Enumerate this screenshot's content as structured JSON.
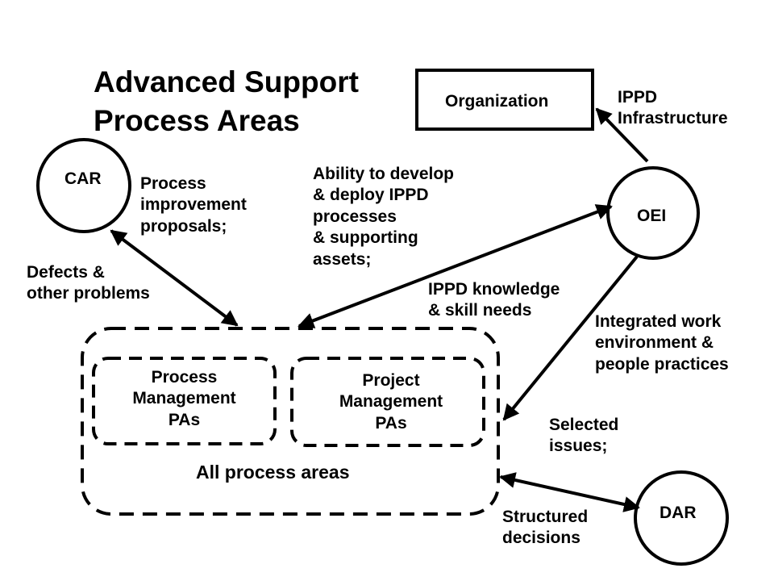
{
  "title": {
    "line1": "Advanced Support",
    "line2": "Process Areas"
  },
  "nodes": {
    "organization": "Organization",
    "car": "CAR",
    "oei": "OEI",
    "dar": "DAR",
    "process_management": [
      "Process",
      "Management",
      "PAs"
    ],
    "project_management": [
      "Project",
      "Management",
      "PAs"
    ],
    "all_process_areas": "All process areas"
  },
  "edge_labels": {
    "ippd_infrastructure": [
      "IPPD",
      "Infrastructure"
    ],
    "process_improvement": [
      "Process",
      "improvement",
      "proposals;"
    ],
    "defects": [
      "Defects &",
      "other problems"
    ],
    "ability": [
      "Ability to develop",
      "& deploy IPPD",
      "processes",
      "& supporting",
      "assets;"
    ],
    "ippd_knowledge": [
      "IPPD knowledge",
      "& skill needs"
    ],
    "integrated_work": [
      "Integrated work",
      "environment &",
      "people practices"
    ],
    "selected_issues": [
      "Selected",
      "issues;"
    ],
    "structured_decisions": [
      "Structured",
      "decisions"
    ]
  },
  "colors": {
    "stroke": "#000000",
    "background": "#ffffff"
  }
}
